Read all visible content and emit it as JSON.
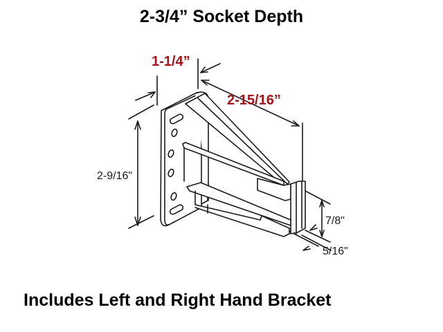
{
  "title": "2-3/4” Socket Depth",
  "footer": "Includes Left and Right Hand Bracket",
  "colors": {
    "accent_red": "#a5151b",
    "line": "#1a1a1a",
    "background": "#ffffff"
  },
  "dimensions": {
    "plate_thickness": "1-1/4”",
    "socket_length": "2-15/16”",
    "plate_height": "2-9/16\"",
    "socket_height": "7/8\"",
    "socket_width": "5/16\""
  },
  "illustration": {
    "subject": "drawer-rear-bracket",
    "mounting_slots": 2,
    "mounting_holes": 4
  }
}
